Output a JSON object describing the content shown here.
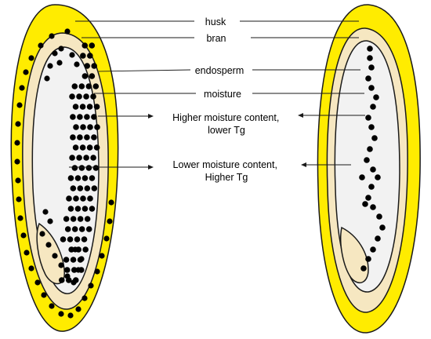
{
  "labels": {
    "husk": "husk",
    "bran": "bran",
    "endosperm": "endosperm",
    "moisture": "moisture",
    "higher_moisture": [
      "Higher moisture content,",
      "lower Tg"
    ],
    "lower_moisture": [
      "Lower moisture content,",
      "Higher Tg"
    ]
  },
  "colors": {
    "husk": "#ffec00",
    "bran": "#f6e7c1",
    "endosperm": "#f2f2f2",
    "outline": "#1a1a1a",
    "moisture_dot": "#000000"
  }
}
